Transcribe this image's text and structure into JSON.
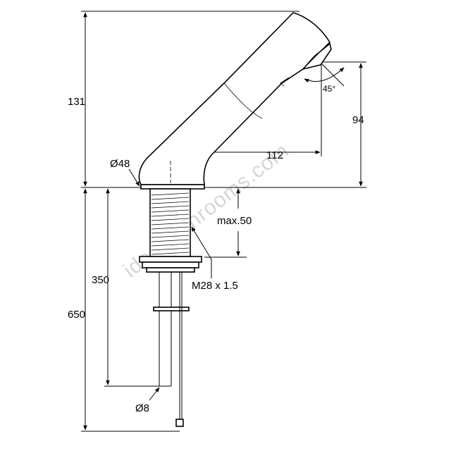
{
  "labels": {
    "height_total": "131",
    "outlet_height": "94",
    "reach": "112",
    "base_diameter": "Ø48",
    "angle": "45°",
    "max_deck": "max.50",
    "thread": "M28 x 1.5",
    "shank_length": "350",
    "overall_below": "650",
    "hose_diameter": "Ø8"
  },
  "watermark": "idealbathrooms.com"
}
